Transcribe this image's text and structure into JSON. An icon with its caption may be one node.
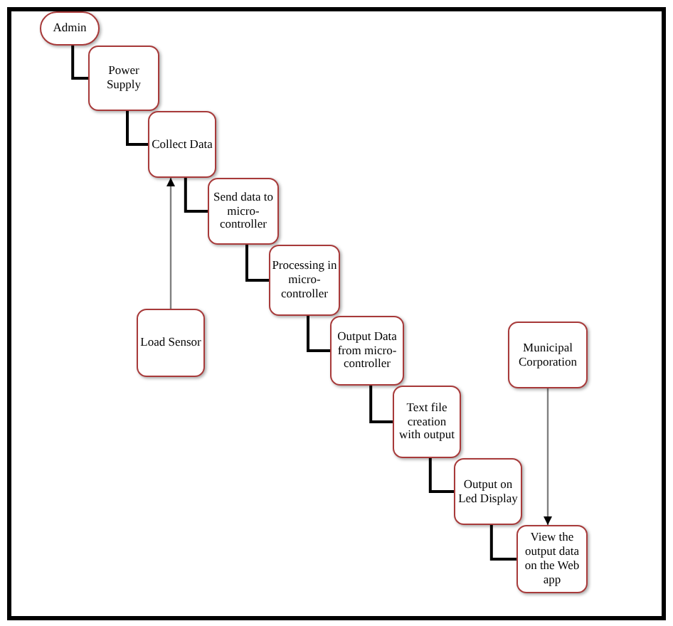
{
  "diagram": {
    "nodes": [
      {
        "text": [
          "Admin"
        ]
      },
      {
        "text": [
          "Power Supply"
        ]
      },
      {
        "text": [
          "Collect Data"
        ]
      },
      {
        "text": [
          "Send data to micro-controller"
        ]
      },
      {
        "text": [
          "Processing in micro-controller"
        ]
      },
      {
        "text": [
          "Load Sensor"
        ]
      },
      {
        "text": [
          "Output Data from micro-controller"
        ]
      },
      {
        "text": [
          "Municipal Corporation"
        ]
      },
      {
        "text": [
          "Text file creation with output"
        ]
      },
      {
        "text": [
          "Output on Led Display"
        ]
      },
      {
        "text": [
          "View the output data on the Web app"
        ]
      }
    ],
    "edges": [
      {
        "from": 0,
        "to": 1,
        "arrow": "none"
      },
      {
        "from": 1,
        "to": 2,
        "arrow": "none"
      },
      {
        "from": 2,
        "to": 3,
        "arrow": "none"
      },
      {
        "from": 3,
        "to": 4,
        "arrow": "none"
      },
      {
        "from": 4,
        "to": 6,
        "arrow": "none"
      },
      {
        "from": 6,
        "to": 8,
        "arrow": "none"
      },
      {
        "from": 8,
        "to": 9,
        "arrow": "none"
      },
      {
        "from": 9,
        "to": 10,
        "arrow": "none"
      },
      {
        "from": 5,
        "to": 2,
        "arrow": "to",
        "color": "#808080"
      },
      {
        "from": 7,
        "to": 10,
        "arrow": "to",
        "color": "#808080"
      }
    ]
  }
}
